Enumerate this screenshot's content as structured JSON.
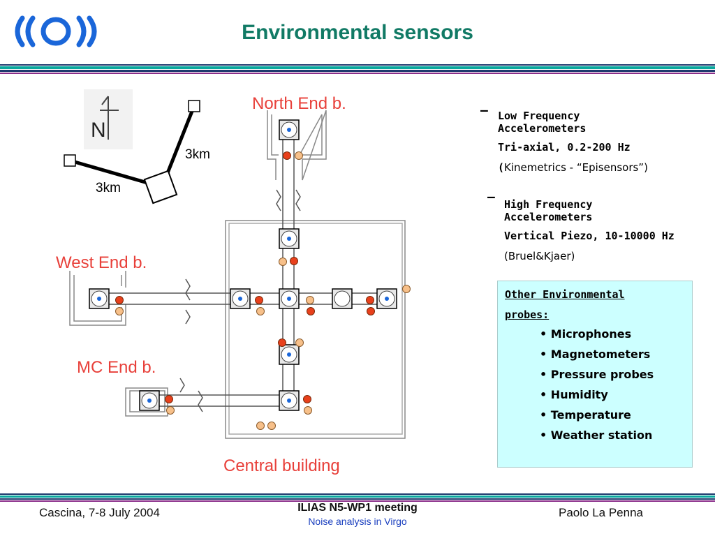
{
  "header": {
    "title": "Environmental sensors"
  },
  "diagram": {
    "compass_label": "N",
    "arm_lengths": [
      "3km",
      "3km"
    ],
    "labels": {
      "north": "North End b.",
      "west": "West End b.",
      "mc": "MC End b.",
      "central": "Central building"
    }
  },
  "sensors": {
    "low_frequency": {
      "bullet": "–",
      "heading": [
        "Low Frequency",
        "Accelerometers"
      ],
      "spec": "Tri-axial, 0.2-200 Hz",
      "note_open": "(",
      "note": "Kinemetrics - “Episensors”)"
    },
    "high_frequency": {
      "bullet": "–",
      "heading": [
        "High Frequency",
        "Accelerometers"
      ],
      "spec": "Vertical Piezo, 10-10000 Hz",
      "note": "(Bruel&Kjaer)"
    }
  },
  "other_probes": {
    "heading_line1": "Other Environmental",
    "heading_line2": "probes:",
    "items": [
      "Microphones",
      "Magnetometers",
      "Pressure probes",
      "Humidity",
      "Temperature",
      "Weather station"
    ]
  },
  "footer": {
    "left": "Cascina, 7-8 July 2004",
    "center_title": "ILIAS N5-WP1 meeting",
    "center_subtitle": "Noise analysis in Virgo",
    "right": "Paolo La Penna"
  },
  "colors": {
    "title": "#117a65",
    "bar_teal": "#0aa89e",
    "bar_navy": "#1e3a6e",
    "bar_purple": "#8a2e8a",
    "label_red": "#e8403a",
    "sensor_red": "#e8401c",
    "sensor_orange": "#f7c08a",
    "probe_box": "#ccffff",
    "footer_subtitle": "#1a3fbf"
  }
}
